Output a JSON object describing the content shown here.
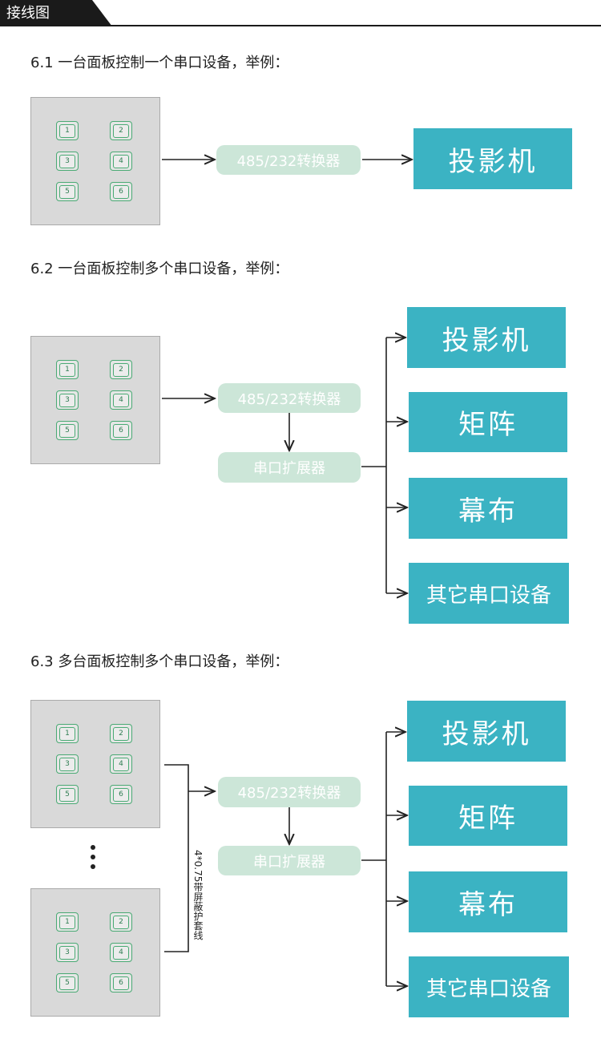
{
  "header": {
    "title": "接线图"
  },
  "colors": {
    "device": "#3bb3c3",
    "converter": "#cce6d8",
    "panel": "#d9d9d9",
    "key_border": "#4aaa74"
  },
  "panel_keys": [
    "1",
    "2",
    "3",
    "4",
    "5",
    "6"
  ],
  "sections": [
    {
      "title": "6.1 一台面板控制一个串口设备，举例：",
      "converter": "485/232转换器",
      "devices": [
        "投影机"
      ]
    },
    {
      "title": "6.2 一台面板控制多个串口设备，举例：",
      "converter": "485/232转换器",
      "expander": "串口扩展器",
      "devices": [
        "投影机",
        "矩阵",
        "幕布",
        "其它串口设备"
      ]
    },
    {
      "title": "6.3 多台面板控制多个串口设备，举例：",
      "converter": "485/232转换器",
      "expander": "串口扩展器",
      "cable_label": "4*0.75带屏蔽护套线",
      "devices": [
        "投影机",
        "矩阵",
        "幕布",
        "其它串口设备"
      ]
    }
  ]
}
